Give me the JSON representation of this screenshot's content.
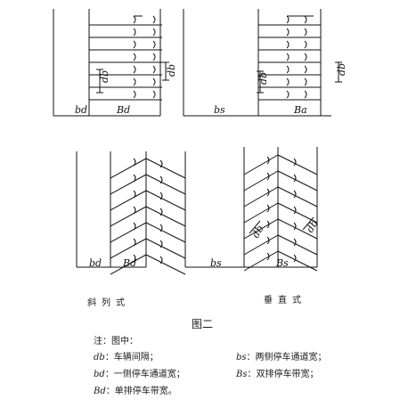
{
  "labels": {
    "bd": "bd",
    "Bd": "Bd",
    "bs": "bs",
    "Ba": "Ba",
    "Bs": "Bs",
    "db": "db"
  },
  "captions": {
    "left": "斜列式",
    "right": "垂直式"
  },
  "figure_title": "图二",
  "notes": {
    "heading": "注：图中：",
    "items": [
      {
        "sym": "db",
        "text": "：车辆间隔；"
      },
      {
        "sym": "bs",
        "text": "：两侧停车通道宽；"
      },
      {
        "sym": "bd",
        "text": "：一侧停车通道宽；"
      },
      {
        "sym": "Bs",
        "text": "：双排停车带宽；"
      },
      {
        "sym": "Bd",
        "text": "：单排停车带宽。"
      }
    ]
  }
}
